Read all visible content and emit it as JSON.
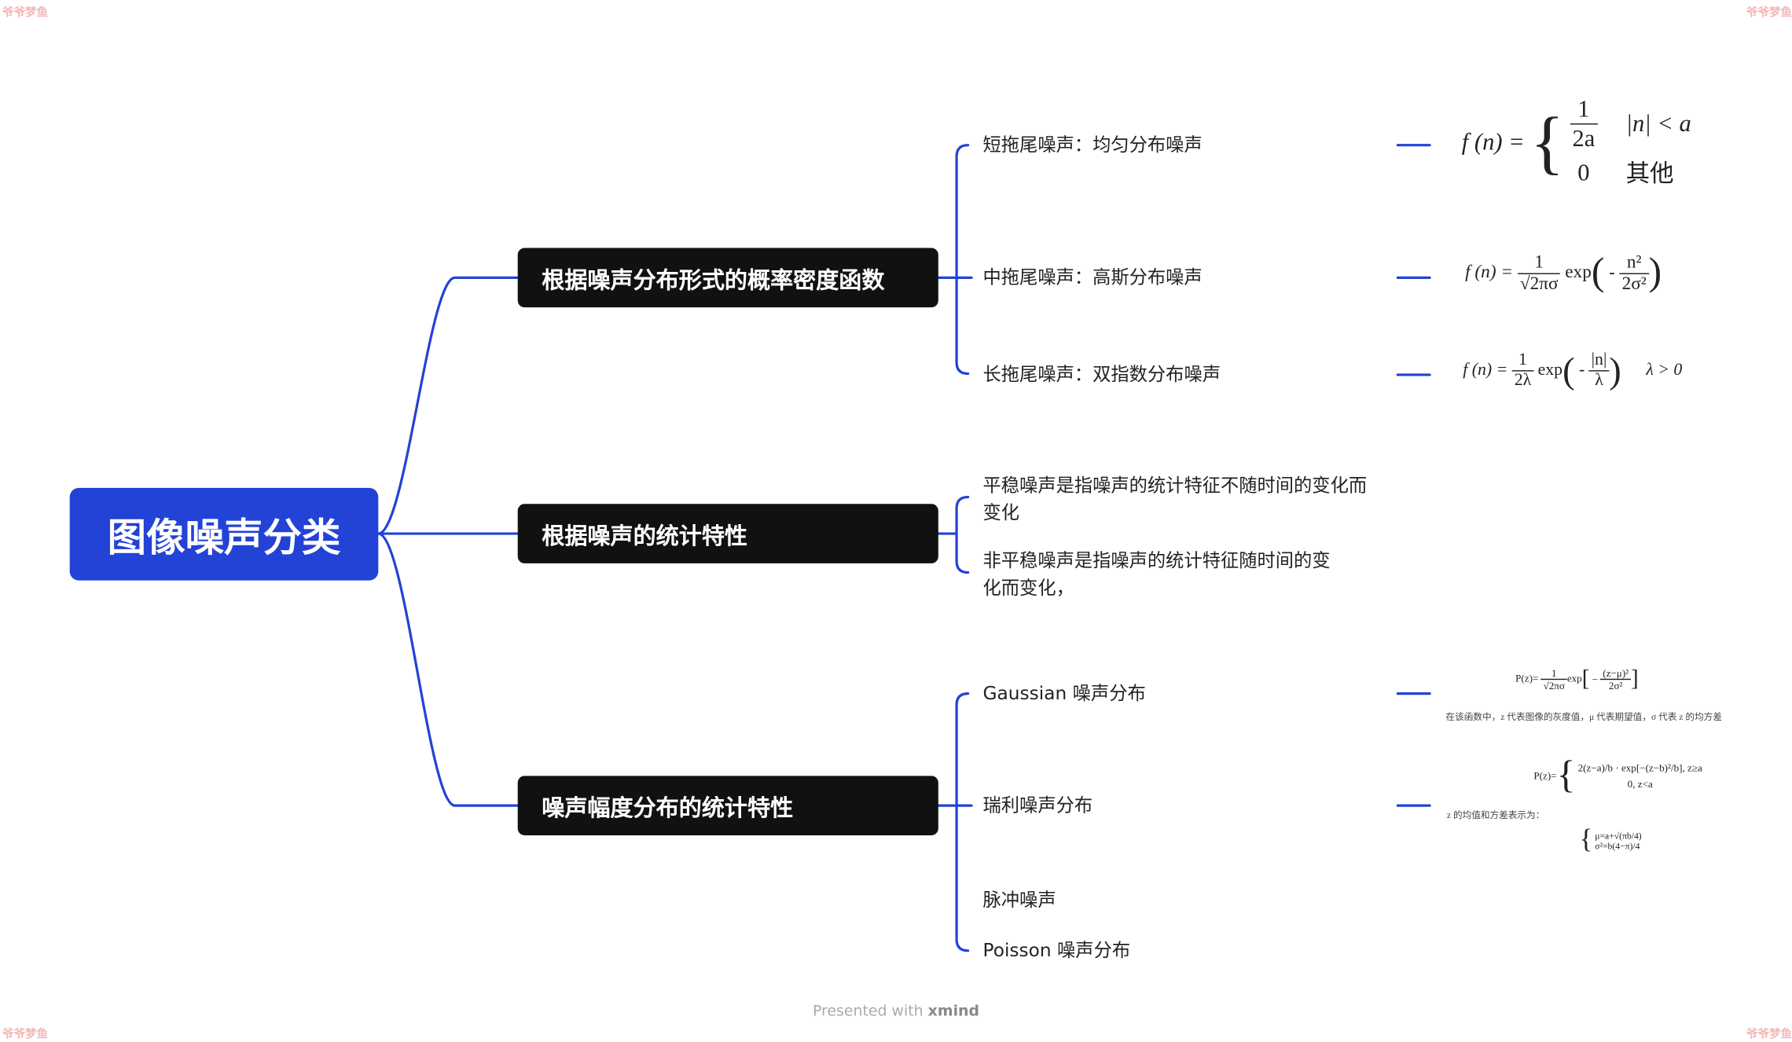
{
  "watermark": "爷爷梦鱼",
  "root": {
    "label": "图像噪声分类",
    "color": "#2342d6"
  },
  "branches": [
    {
      "label": "根据噪声分布形式的概率密度函数",
      "children": [
        {
          "label": "短拖尾噪声：均匀分布噪声"
        },
        {
          "label": "中拖尾噪声：高斯分布噪声"
        },
        {
          "label": "长拖尾噪声：双指数分布噪声"
        }
      ]
    },
    {
      "label": "根据噪声的统计特性",
      "children": [
        {
          "line1": "平稳噪声是指噪声的统计特征不随时间的变化而",
          "line2": "变化"
        },
        {
          "line1": "非平稳噪声是指噪声的统计特征随时间的变",
          "line2": "化而变化，"
        }
      ]
    },
    {
      "label": "噪声幅度分布的统计特性",
      "children": [
        {
          "label": "Gaussian 噪声分布"
        },
        {
          "label": "瑞利噪声分布"
        },
        {
          "label": "脉冲噪声"
        },
        {
          "label": "Poisson 噪声分布"
        }
      ]
    }
  ],
  "formulas": {
    "uniform": {
      "lhs": "f (n) =",
      "num": "1",
      "den": "2a",
      "cond1": "|n| < a",
      "zero": "0",
      "cond2": "其他"
    },
    "gaussian": {
      "lhs": "f (n) =",
      "num": "1",
      "den": "√2πσ",
      "exp": "exp",
      "inner_num": "n²",
      "inner_den": "2σ²"
    },
    "laplace": {
      "lhs": "f (n) =",
      "num": "1",
      "den": "2λ",
      "exp": "exp",
      "inner_num": "|n|",
      "inner_den": "λ",
      "cond": "λ > 0"
    },
    "gauss_pdf": {
      "lhs": "P(z)=",
      "num": "1",
      "den": "√2πσ",
      "exp": "exp",
      "inner_num": "(z−μ)²",
      "inner_den": "2σ²",
      "note": "在该函数中，z 代表图像的灰度值，μ 代表期望值，σ 代表 z 的均方差"
    },
    "rayleigh": {
      "lhs": "P(z)=",
      "line1": "2(z−a)/b · exp[−(z−b)²/b], z≥a",
      "line2": "0, z<a",
      "note": "z 的均值和方差表示为：",
      "mean": "μ=a+√(πb/4)",
      "var": "σ²=b(4−π)/4"
    }
  },
  "footer": {
    "text": "Presented with",
    "brand": "xmind"
  }
}
